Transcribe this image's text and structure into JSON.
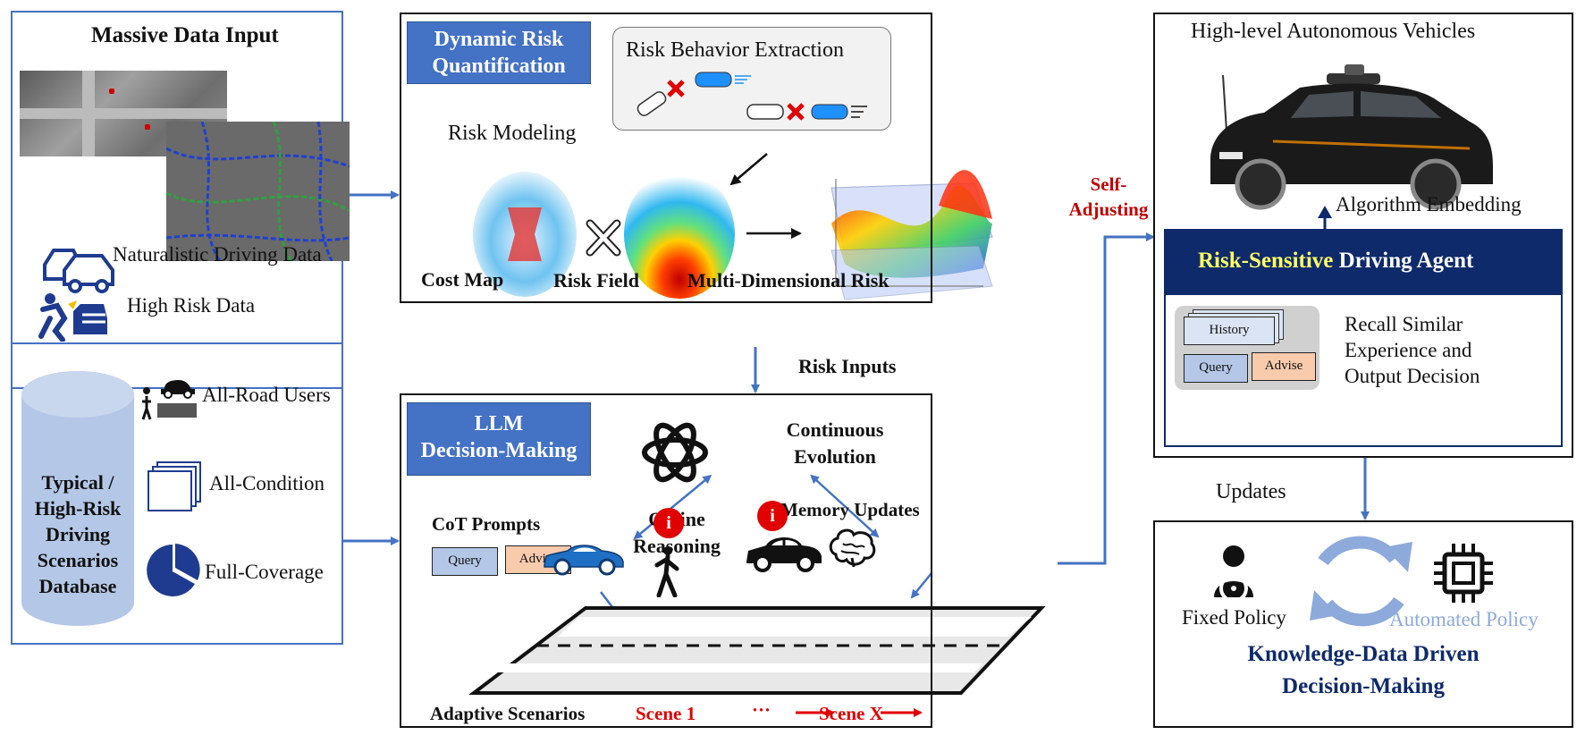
{
  "left_panel": {
    "title": "Massive Data Input",
    "naturalistic": "Naturalistic Driving Data",
    "high_risk": "High Risk Data",
    "database_label": [
      "Typical /",
      "High-Risk",
      "Driving",
      "Scenarios",
      "Database"
    ],
    "all_road": "All-Road Users",
    "all_condition": "All-Condition",
    "full_coverage": "Full-Coverage"
  },
  "risk_panel": {
    "badge": [
      "Dynamic Risk",
      "Quantification"
    ],
    "behavior": "Risk Behavior Extraction",
    "modeling": "Risk Modeling",
    "cost_map": "Cost Map",
    "risk_field": "Risk Field",
    "multi_dim": "Multi-Dimensional Risk"
  },
  "risk_inputs": "Risk Inputs",
  "llm_panel": {
    "badge": [
      "LLM",
      "Decision-Making"
    ],
    "continuous": [
      "Continuous",
      "Evolution"
    ],
    "cot": "CoT Prompts",
    "online": [
      "Online",
      "Reasoning"
    ],
    "memory": "Memory Updates",
    "query": "Query",
    "advise": "Advise",
    "adaptive": "Adaptive Scenarios",
    "scene1": "Scene 1",
    "dots": "···",
    "scenex": "Scene X",
    "info": "i"
  },
  "self_adjusting": [
    "Self-",
    "Adjusting"
  ],
  "av_panel": {
    "title": "High-level Autonomous Vehicles",
    "embedding": "Algorithm Embedding",
    "agent_highlight": "Risk-Sensitive",
    "agent_rest": " Driving Agent",
    "history": "History",
    "query": "Query",
    "advise": "Advise",
    "recall": [
      "Recall Similar",
      "Experience and",
      "Output Decision"
    ]
  },
  "updates": "Updates",
  "policy_panel": {
    "fixed": "Fixed Policy",
    "automated": "Automated Policy",
    "title": [
      "Knowledge-Data Driven",
      "Decision-Making"
    ]
  },
  "colors": {
    "accent": "#4472c4",
    "agent_bar": "#0f2a6b",
    "highlight": "#ffff66",
    "red": "#e00000",
    "light_blue": "#8eaadb"
  }
}
